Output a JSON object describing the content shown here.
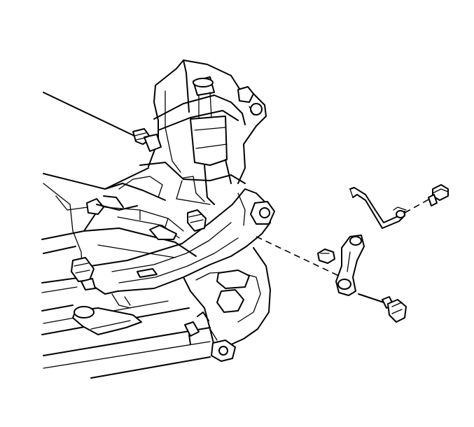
{
  "diagram": {
    "parts": [
      "suspension-crossmember",
      "strut-spring-assembly",
      "stabilizer-link",
      "stabilizer-bracket",
      "bolt",
      "nut"
    ]
  }
}
